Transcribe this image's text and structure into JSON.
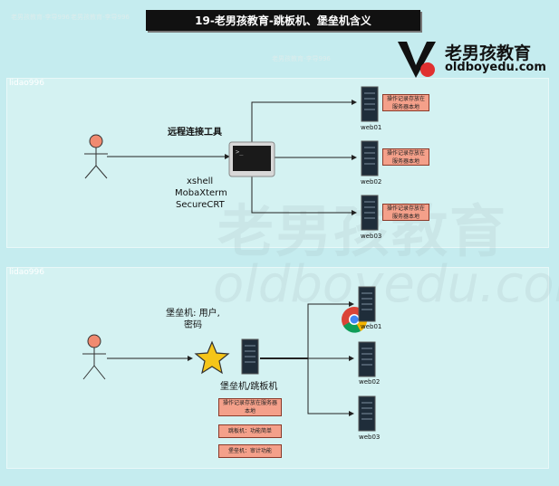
{
  "title": "19-老男孩教育-跳板机、堡垒机含义",
  "logo": {
    "cn": "老男孩教育",
    "en": "oldboyedu.com"
  },
  "watermarks": {
    "small": "老男孩教育-李导996",
    "big_cn": "老男孩教育",
    "big_en": "oldboyedu.com"
  },
  "panel1": {
    "label": "lidao996",
    "heading": "远程连接工具",
    "tools": [
      "xshell",
      "MobaXterm",
      "SecureCRT"
    ],
    "servers": [
      "web01",
      "web02",
      "web03"
    ],
    "note": "操作记录存放在服务器本地"
  },
  "panel2": {
    "label": "lidao996",
    "user_pw": "堡垒机: 用户,\n密码",
    "bastion_label": "堡垒机/跳板机",
    "servers": [
      "web01",
      "web02",
      "web03"
    ],
    "notes": [
      "操作记录存放在服务器本地",
      "跳板机：功能简单",
      "堡垒机：审计功能"
    ]
  },
  "colors": {
    "panel": "#d4f2f2",
    "note": "#f4a08a",
    "title_bg": "#111111"
  }
}
